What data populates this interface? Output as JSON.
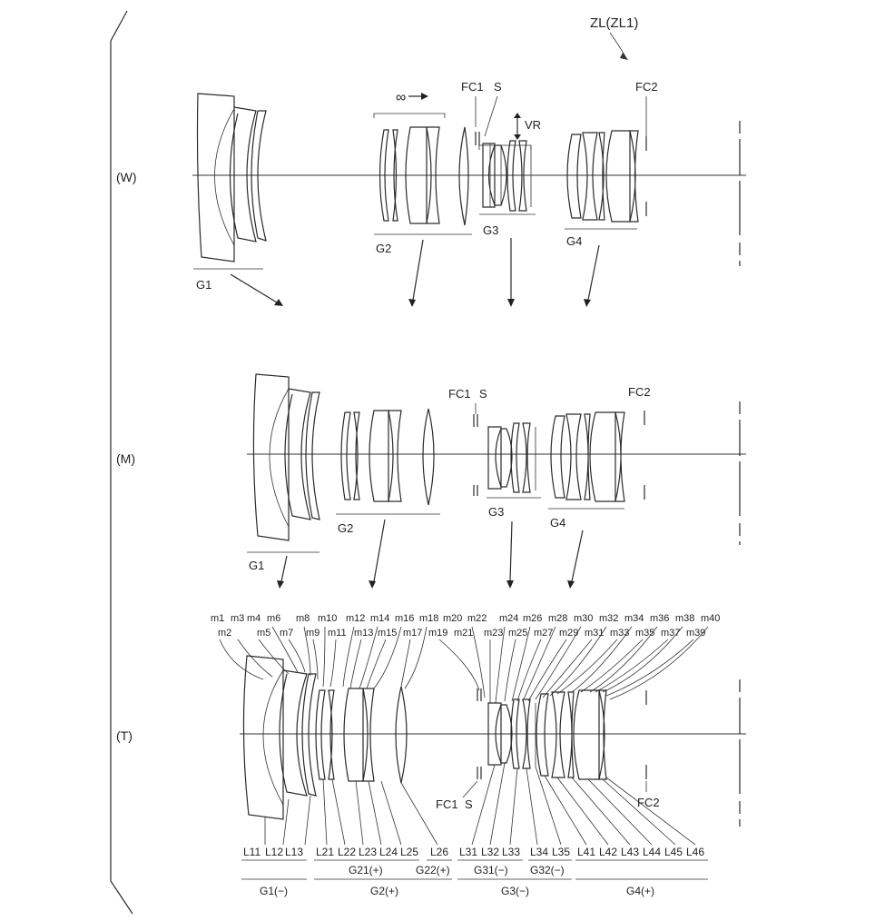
{
  "figure": {
    "title": "ZL(ZL1)",
    "states": [
      "(W)",
      "(M)",
      "(T)"
    ]
  },
  "wide": {
    "focus_label": "∞",
    "fc1": "FC1",
    "stop": "S",
    "vr": "VR",
    "fc2": "FC2",
    "groups": [
      "G1",
      "G2",
      "G3",
      "G4"
    ]
  },
  "middle": {
    "fc1": "FC1",
    "stop": "S",
    "fc2": "FC2",
    "groups": [
      "G1",
      "G2",
      "G3",
      "G4"
    ]
  },
  "tele": {
    "fc1": "FC1",
    "stop": "S",
    "fc2": "FC2",
    "surfaces_top": [
      "m1",
      "m3",
      "m4",
      "m6",
      "m8",
      "m10",
      "m12",
      "m14",
      "m16",
      "m18",
      "m20",
      "m22",
      "m24",
      "m26",
      "m28",
      "m30",
      "m32",
      "m34",
      "m36",
      "m38",
      "m40"
    ],
    "surfaces_bottom": [
      "m2",
      "m5",
      "m7",
      "m9",
      "m11",
      "m13",
      "m15",
      "m17",
      "m19",
      "m21",
      "m23",
      "m25",
      "m27",
      "m29",
      "m31",
      "m33",
      "m35",
      "m37",
      "m39"
    ],
    "lens_labels": [
      "L11",
      "L12",
      "L13",
      "L21",
      "L22",
      "L23",
      "L24",
      "L25",
      "L26",
      "L31",
      "L32",
      "L33",
      "L34",
      "L35",
      "L41",
      "L42",
      "L43",
      "L44",
      "L45",
      "L46"
    ],
    "subgroups": [
      "G21(+)",
      "G22(+)",
      "G31(−)",
      "G32(−)"
    ],
    "groups": [
      "G1(−)",
      "G2(+)",
      "G3(−)",
      "G4(+)"
    ]
  }
}
